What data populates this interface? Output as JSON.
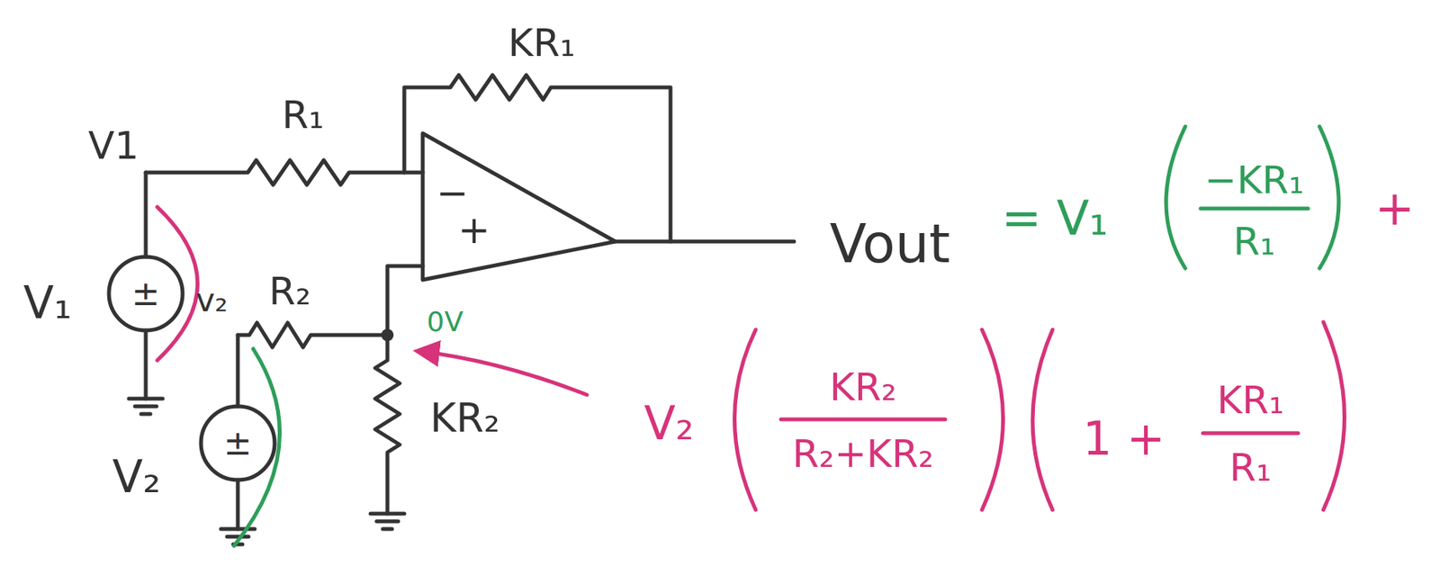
{
  "diagram": {
    "labels": [
      "KR₁",
      "R₁",
      "V1",
      "V₁",
      "±",
      "R₂",
      "v₂",
      "±",
      "V₂",
      "KR₂",
      "0V",
      "−",
      "+",
      "Vout",
      "= V₁",
      "−KR₁",
      "R₁",
      "+",
      "V₂",
      "KR₂",
      "R₂+KR₂",
      "1 +",
      "KR₁",
      "R₁"
    ]
  }
}
